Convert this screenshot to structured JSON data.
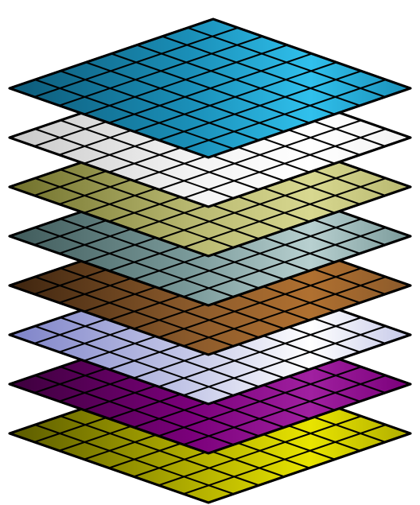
{
  "diagram": {
    "type": "stacked-layers",
    "grid": {
      "rows": 8,
      "cols": 8
    },
    "layers_bottom_to_top": [
      {
        "id": "layer-yellow",
        "colors": {
          "dark": "#5a5a00",
          "mid": "#b0ad00",
          "light": "#e8e400"
        }
      },
      {
        "id": "layer-purple",
        "colors": {
          "dark": "#3c003c",
          "mid": "#7a007a",
          "light": "#a020a0"
        }
      },
      {
        "id": "layer-lavender",
        "colors": {
          "dark": "#7d82c8",
          "mid": "#c5c8e8",
          "light": "#ffffff"
        }
      },
      {
        "id": "layer-brown",
        "colors": {
          "dark": "#3d240f",
          "mid": "#8b5a2b",
          "light": "#b07030"
        }
      },
      {
        "id": "layer-slate",
        "colors": {
          "dark": "#3f5a5a",
          "mid": "#7a9a9a",
          "light": "#b8d0d0"
        }
      },
      {
        "id": "layer-olive",
        "colors": {
          "dark": "#6f6f2a",
          "mid": "#b8b870",
          "light": "#d8d890"
        }
      },
      {
        "id": "layer-white",
        "colors": {
          "dark": "#c8c8c8",
          "mid": "#f2f2f2",
          "light": "#ffffff"
        }
      },
      {
        "id": "layer-blue",
        "colors": {
          "dark": "#0d5a78",
          "mid": "#1a8fb8",
          "light": "#30c0ec"
        }
      }
    ]
  }
}
